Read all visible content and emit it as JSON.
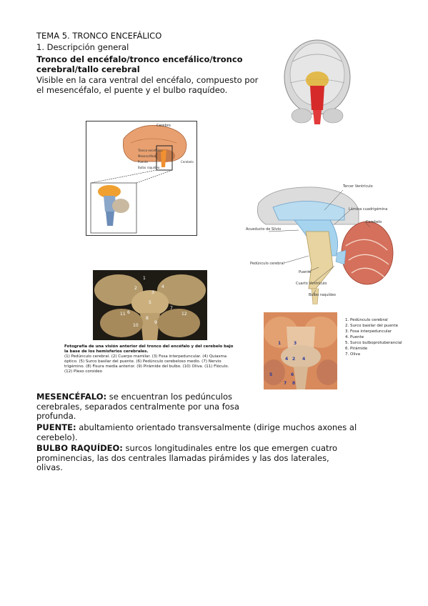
{
  "heading": {
    "topic": "TEMA 5. TRONCO ENCEFÁLICO",
    "section": "1. Descripción general",
    "subtitle": "Tronco del encéfalo/tronco encefálico/tronco cerebral/tallo cerebral",
    "intro": "Visible en la cara ventral del encéfalo, compuesto por el mesencéfalo, el puente y el bulbo raquídeo."
  },
  "figure_brain_views": {
    "labels": [
      "Cerebro",
      "Tronco encefálico",
      "Mesencéfalo",
      "Puente",
      "Bulbo raquídeo",
      "Cerebelo"
    ]
  },
  "figure_sagittal": {
    "labels": {
      "tercer_ventriculo": "Tercer Ventrículo",
      "lamina": "Lámina cuadrigémina",
      "cerebelo": "Cerebelo",
      "acueducto": "Acueducto de Silvio",
      "pedunculo": "Pedúnculo cerebral",
      "puente": "Puente",
      "cuarto": "Cuarto Ventrículo",
      "bulbo": "Bulbo raquídeo"
    }
  },
  "figure_photo": {
    "numbers": [
      "1",
      "2",
      "3",
      "4",
      "5",
      "6",
      "7",
      "8",
      "9",
      "10",
      "11",
      "12"
    ],
    "caption_title": "Fotografía de una visión anterior del tronco del encéfalo y del cerebelo bajo la base de los hemisferios cerebrales.",
    "caption_body": "(1) Pedúnculo cerebral. (2) Cuerpo mamilar. (3) Fosa interpeduncular. (4) Quiasma óptico. (5) Surco basilar del puente. (6) Pedúnculo cerebeloso medio. (7) Nervio trigémino. (8) Fisura media anterior. (9) Pirámide del bulbo. (10) Oliva. (11) Flóculo. (12) Plexo coroideo"
  },
  "figure_ventral": {
    "numbers": [
      "1",
      "2",
      "3",
      "4",
      "4",
      "5",
      "6",
      "7",
      "8"
    ],
    "legend": [
      "1.  Pedúnculo cerebral",
      "2.  Surco basilar del puente",
      "3.  Fosa interpeduncular",
      "4.  Puente",
      "5.  Surco bulboprotuberancial",
      "6.  Pirámide",
      "7.  Oliva"
    ]
  },
  "definitions": [
    {
      "term": "MESENCÉFALO:",
      "text": " se encuentran los pedúnculos cerebrales, separados centralmente por una fosa profunda."
    },
    {
      "term": "PUENTE:",
      "text": " abultamiento orientado transversalmente (dirige muchos axones al cerebelo)."
    },
    {
      "term": "BULBO RAQUÍDEO:",
      "text": " surcos longitudinales entre los que emergen cuatro prominencias, las dos centrales llamadas pirámides y las dos laterales, olivas."
    }
  ]
}
